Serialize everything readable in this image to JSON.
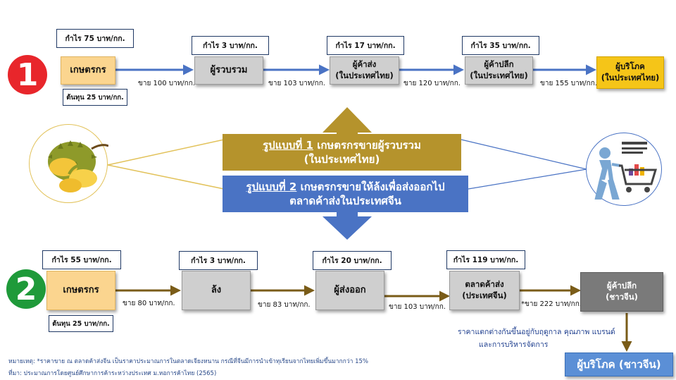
{
  "model1": {
    "number": "1",
    "farmer": "เกษตรกร",
    "cost": "ต้นทุน 25 บาท/กก.",
    "profit_farmer": "กำไร 75 บาท/กก.",
    "collector": "ผู้รวบรวม",
    "profit_collector": "กำไร 3 บาท/กก.",
    "wholesaler": "ผู้ค้าส่ง\n(ในประเทศไทย)",
    "profit_wholesaler": "กำไร 17 บาท/กก.",
    "retailer": "ผู้ค้าปลีก\n(ในประเทศไทย)",
    "profit_retailer": "กำไร 35 บาท/กก.",
    "consumer": "ผู้บริโภค\n(ในประเทศไทย)",
    "sell_1": "ขาย 100 บาท/กก.",
    "sell_2": "ขาย 103 บาท/กก.",
    "sell_3": "ขาย 120 บาท/กก.",
    "sell_4": "ขาย 155 บาท/กก."
  },
  "band1": {
    "prefix": "รูปแบบที่ 1",
    "rest": " เกษตรกรขายผู้รวบรวม",
    "line2": "(ในประเทศไทย)"
  },
  "band2": {
    "prefix": "รูปแบบที่ 2",
    "rest": " เกษตรกรขายให้ล้งเพื่อส่งออกไป",
    "line2": "ตลาดค้าส่งในประเทศจีน"
  },
  "model2": {
    "number": "2",
    "farmer": "เกษตรกร",
    "cost": "ต้นทุน 25 บาท/กก.",
    "profit_farmer": "กำไร 55 บาท/กก.",
    "packer": "ล้ง",
    "profit_packer": "กำไร 3 บาท/กก.",
    "exporter": "ผู้ส่งออก",
    "profit_exporter": "กำไร 20 บาท/กก.",
    "market": "ตลาดค้าส่ง\n(ประเทศจีน)",
    "profit_market": "กำไร 119 บาท/กก.",
    "retailer": "ผู้ค้าปลีก\n(ชาวจีน)",
    "consumer": "ผู้บริโภค (ชาวจีน)",
    "sell_1": "ขาย 80 บาท/กก.",
    "sell_2": "ขาย 83 บาท/กก.",
    "sell_3": "ขาย 103 บาท/กก.",
    "sell_4": "*ขาย 222 บาท/กก.",
    "price_note_1": "ราคาแตกต่างกันขึ้นอยู่กับฤดูกาล คุณภาพ แบรนด์",
    "price_note_2": "และการบริหารจัดการ"
  },
  "footnote": {
    "line1": "หมายเหตุ: *ราคาขาย ณ ตลาดค้าส่งจีน เป็นราคาประมาณการในตลาดเจียงหนาน กรณีที่จีนมีการนำเข้าทุเรียนจากไทยเพิ่มขึ้นมากกว่า 15%",
    "line2": "ที่มา: ประมาณการโดยศูนย์ศึกษาการค้าระหว่างประเทศ ม.หอการค้าไทย (2565)"
  },
  "icons": {
    "left": "durian-icon",
    "right": "shopping-cart-icon"
  },
  "colors": {
    "red": "#e8262b",
    "green": "#1f9a3a",
    "gold": "#b5932c",
    "blue": "#4a73c4",
    "olive": "#7a5c18",
    "arrow_blue": "#4a73c4"
  }
}
